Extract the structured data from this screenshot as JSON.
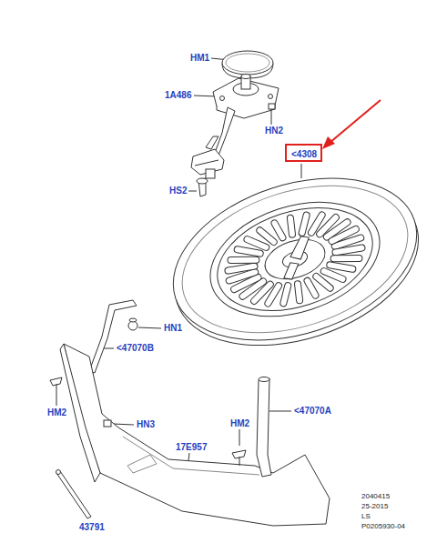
{
  "diagram": {
    "nodes": [
      {
        "text": [
          "<4308"
        ]
      }
    ],
    "labels": [
      "HM1",
      "1A486",
      "HN2",
      "HS2",
      "HN1",
      "<47070B",
      "HM2",
      "HN3",
      "17E957",
      "HM2",
      "<47070A",
      "43791",
      "2040415",
      "25-2015",
      "LS",
      "P0205930-04"
    ]
  }
}
